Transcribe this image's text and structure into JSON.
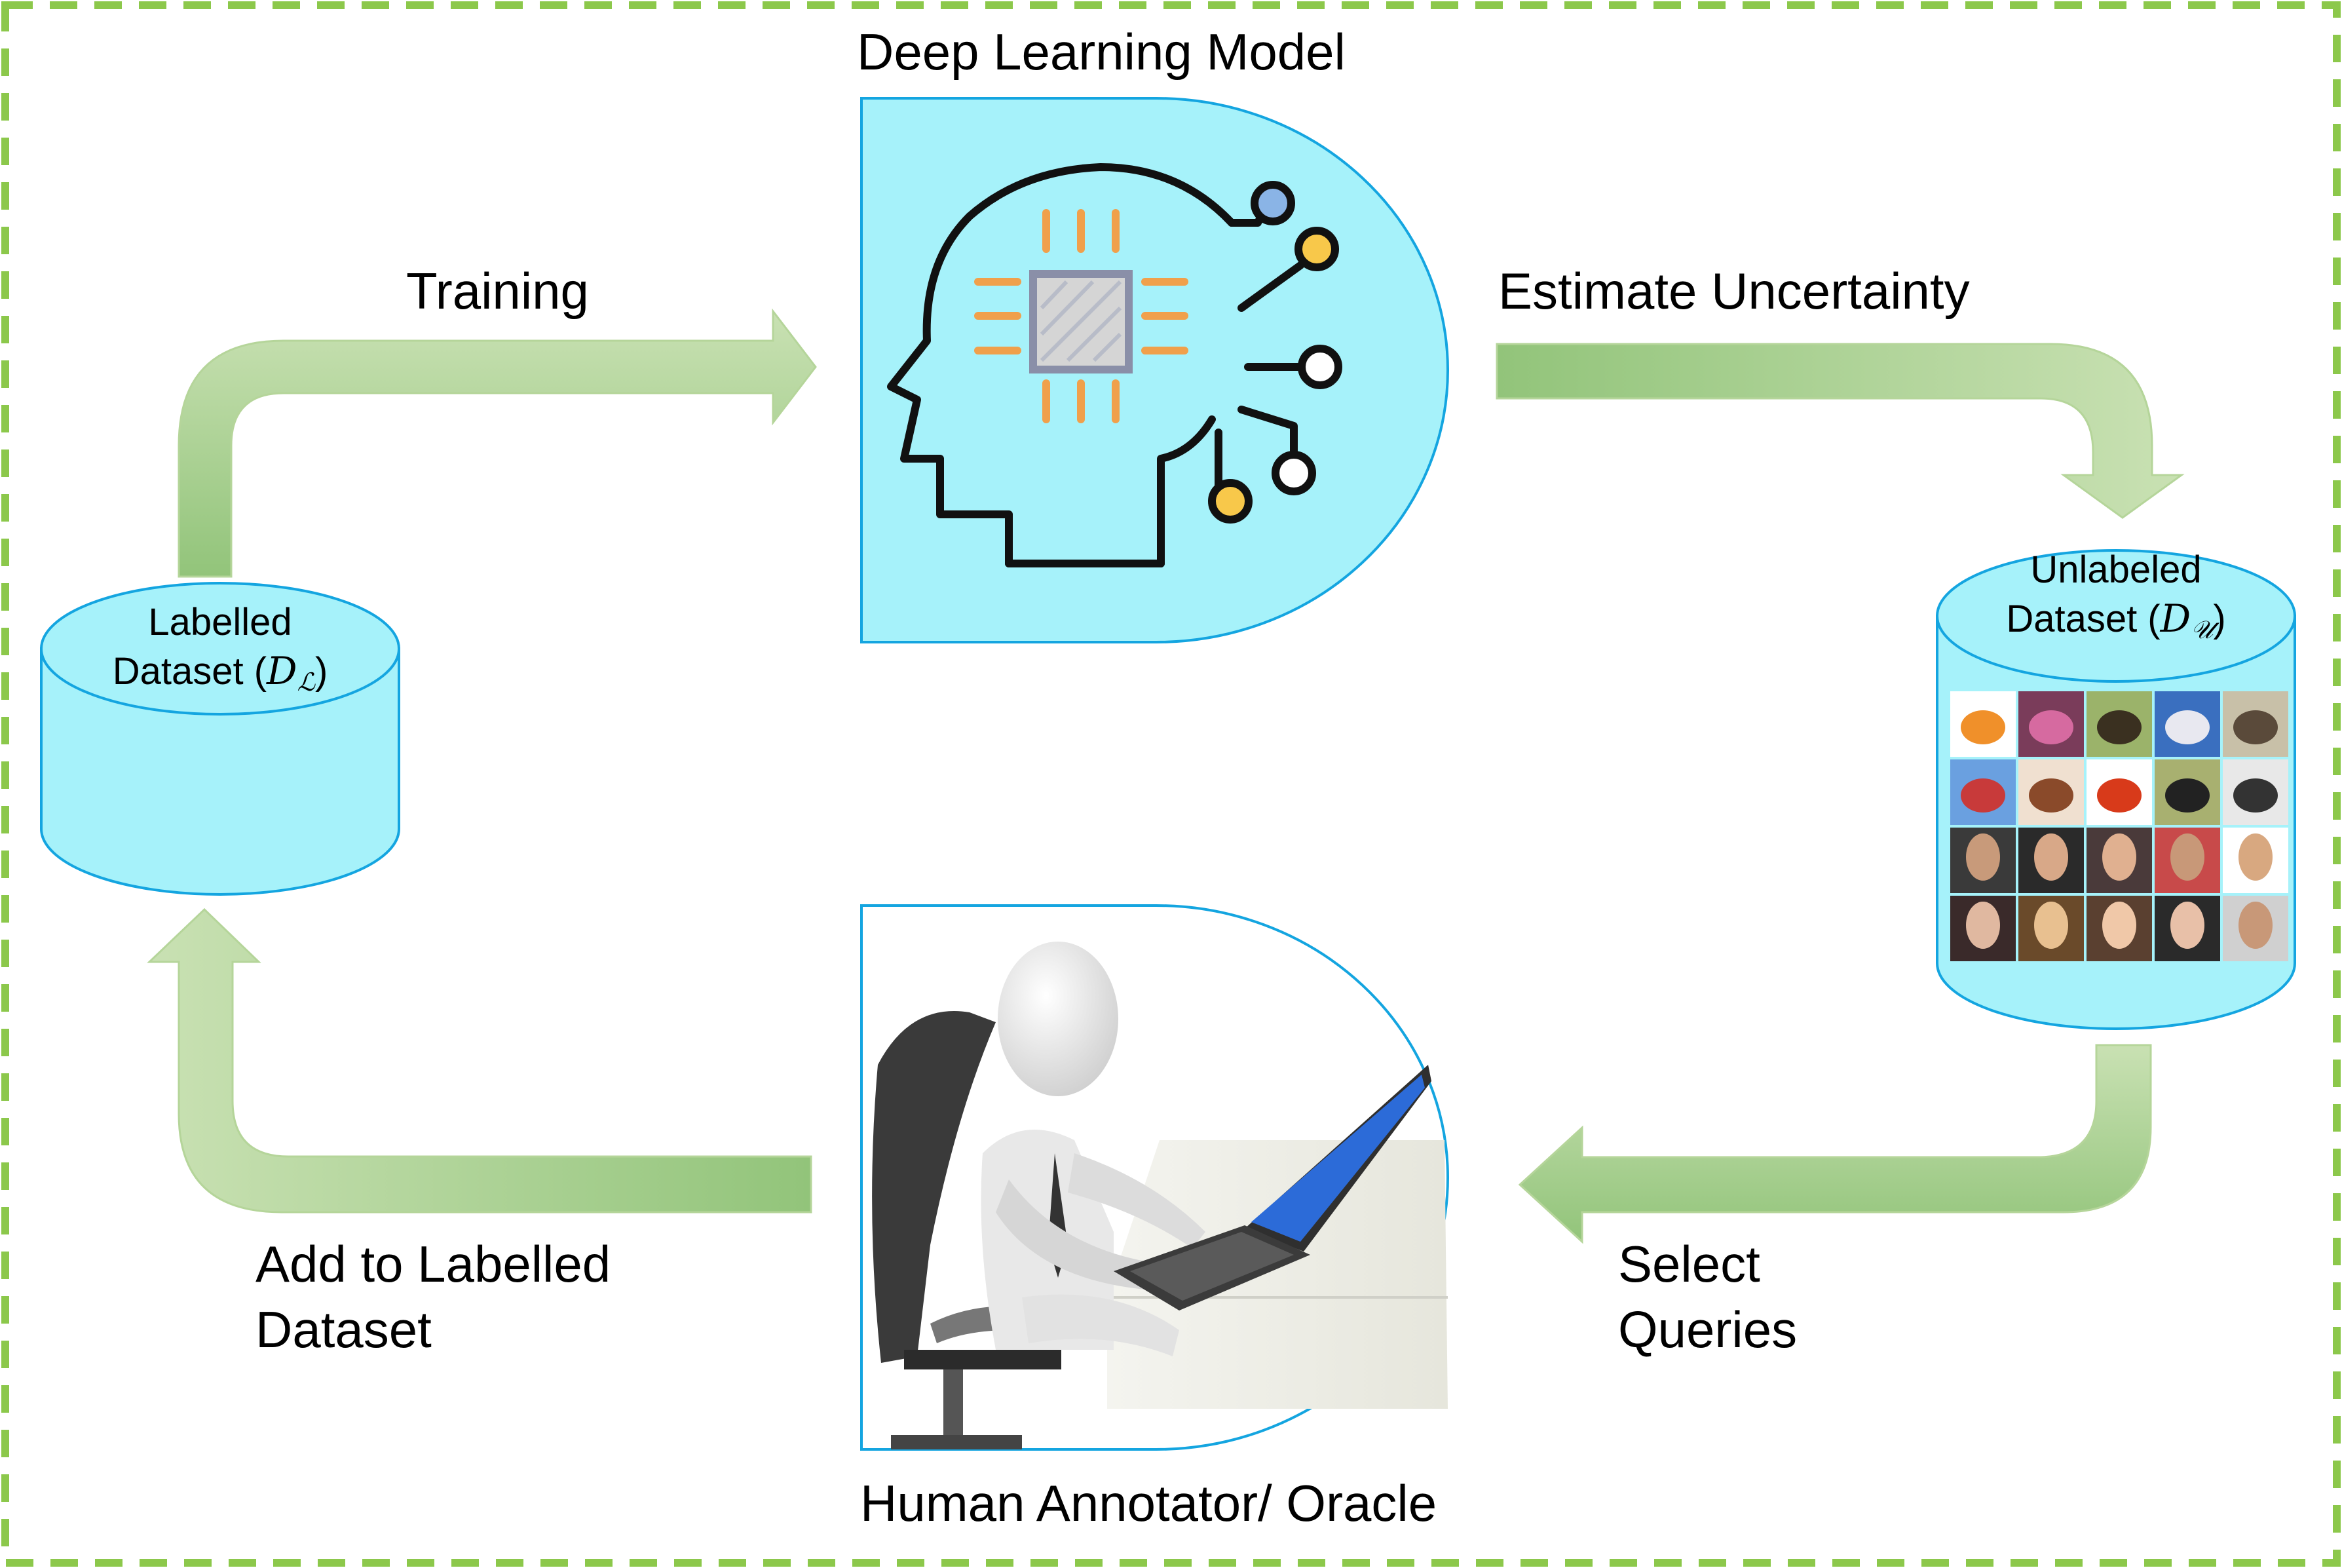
{
  "title": "Deep Learning Model",
  "oracle_label": "Human Annotator/ Oracle",
  "steps": {
    "training": "Training",
    "estimate": "Estimate Uncertainty",
    "select_line1": "Select",
    "select_line2": "Queries",
    "add_line1": "Add to Labelled",
    "add_line2": "Dataset"
  },
  "labelled_dataset": {
    "line1": "Labelled",
    "line2_prefix": "Dataset (",
    "symbol": "D",
    "subscript": "ℒ",
    "suffix": ")"
  },
  "unlabeled_dataset": {
    "line1": "Unlabeled",
    "line2_prefix": "Dataset (",
    "symbol": "D",
    "subscript": "𝒰",
    "suffix": ")"
  },
  "colors": {
    "border": "#8cc84b",
    "arrow_light": "#c9e1b3",
    "arrow_dark": "#92c47a",
    "cylinder_fill": "#a6f2fa",
    "panel_stroke": "#14a5e0",
    "brain_outline": "#111111",
    "chip_orange": "#f0a04b",
    "node_yellow": "#f8c84a",
    "node_blue": "#8ab4e6"
  },
  "icons": {
    "model": "brain-chip-icon",
    "oracle": "person-laptop-icon",
    "dataset": "cylinder-database-icon",
    "image_grid": "sample-images-grid"
  }
}
